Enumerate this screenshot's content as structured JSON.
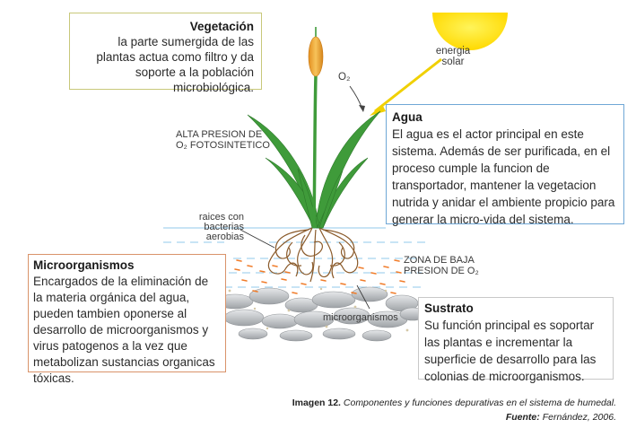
{
  "vegetacion": {
    "title": "Vegetación",
    "body": "la parte sumergida de las plantas actua como filtro y da soporte a la población microbiológica."
  },
  "agua": {
    "title": "Agua",
    "body": "El agua es el actor principal en este sistema. Además de ser purificada, en el proceso cumple la funcion de transportador, mantener la vegetacion nutrida y anidar el ambiente propicio para generar la micro-vida del sistema."
  },
  "microorganismos": {
    "title": "Microorganismos",
    "body": "Encargados de la eliminación de la materia orgánica del agua, pueden tambien oponerse al desarrollo de microorganismos y virus patogenos a la vez que metabolizan sustancias organicas tóxicas."
  },
  "sustrato": {
    "title": "Sustrato",
    "body": "Su función principal es soportar las plantas e incrementar la superficie de desarrollo para las colonias de microorganismos."
  },
  "labels": {
    "energia_line1": "energia",
    "energia_line2": "solar",
    "o2": "O₂",
    "alta_line1": "ALTA PRESION DE",
    "alta_line2": "O₂ FOTOSINTETICO",
    "raices_line1": "raices con",
    "raices_line2": "bacterias",
    "raices_line3": "aerobias",
    "zona_line1": "ZONA DE BAJA",
    "zona_line2": "PRESION DE O₂",
    "microorganismos": "microorganismos"
  },
  "caption": {
    "label": "Imagen 12.",
    "title": "Componentes y funciones depurativas en el sistema de humedal.",
    "source_label": "Fuente:",
    "source": "Fernández, 2006."
  },
  "colors": {
    "sun": "#ffe100",
    "leaf": "#3f9b3a",
    "cattail": "#f0a93a",
    "water_line": "#9fd0ee",
    "roots": "#8a5a2a",
    "bacteria": "#f07c2a",
    "stones": "#b9bcc0"
  }
}
